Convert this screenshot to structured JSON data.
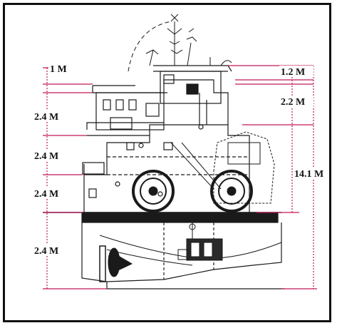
{
  "labels": {
    "l1": "1 M",
    "l2": "1.2 M",
    "l3": "2.2 M",
    "l4": "2.4 M",
    "l5": "2.4 M",
    "l6": "14.1 M",
    "l7": "2.4 M",
    "l8": "2.4 M"
  },
  "colors": {
    "frame": "#111111",
    "drawing": "#1a1a1a",
    "dimension": "#c2185b"
  }
}
